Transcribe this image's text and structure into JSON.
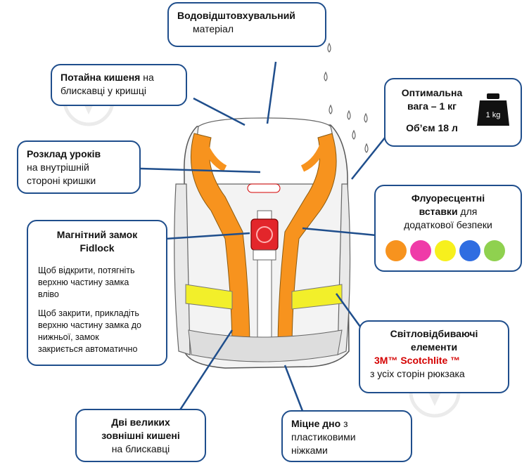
{
  "callouts": {
    "waterproof": {
      "title": "Водовідштовхувальний",
      "text": "матеріал"
    },
    "hidden_pocket": {
      "title": "Потайна кишеня",
      "text1": " на",
      "text2": "блискавці  у кришці"
    },
    "schedule": {
      "title": "Розклад уроків",
      "text1": "на внутрішній",
      "text2": "стороні кришки"
    },
    "magnet": {
      "title1": "Магнітний замок",
      "title2": "Fidlock",
      "open1": "Щоб  відкрити,  потягніть",
      "open2": "верхню частину замка",
      "open3": "вліво",
      "close1": "Щоб закрити, прикладіть",
      "close2": "верхню частину замка до",
      "close3": "нижньої,  замок",
      "close4": "закриється  автоматично"
    },
    "weight": {
      "line1": "Оптимальна",
      "line2": "вага – 1 кг",
      "line3": "Об’єм 18 л",
      "badge": "1 kg"
    },
    "fluor": {
      "title1": "Флуоресцентні",
      "title2": "вставки",
      "text1": " для",
      "text2": "додаткової безпеки"
    },
    "reflect": {
      "title1": "Світловідбиваючі",
      "title2": "елементи",
      "brand": "3M™  Scotchlite ™",
      "text": "з усіх сторін рюкзака"
    },
    "pockets": {
      "title1": "Дві великих",
      "title2": "зовнішні кишені",
      "text": "на блискавці"
    },
    "bottom": {
      "title": "Міцне дно",
      "text1": " з",
      "text2": "пластиковими",
      "text3": "ніжками"
    }
  },
  "colors": {
    "border": "#1f4e8c",
    "orange": "#f7931e",
    "yellow": "#f2ef2a",
    "clasp": "#e3262b",
    "dots": [
      "#f7931e",
      "#ef3ba8",
      "#f7f01d",
      "#2f6de1",
      "#8fd14f"
    ]
  },
  "icons": [
    "weight-icon",
    "water-drop-icon",
    "watermark-icon"
  ]
}
